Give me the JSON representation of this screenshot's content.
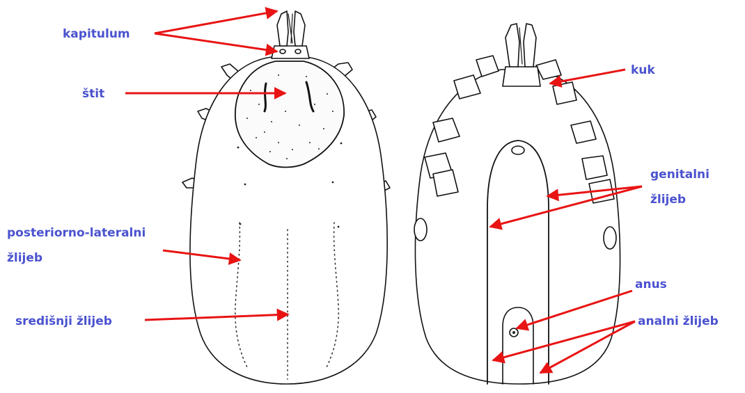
{
  "labels": {
    "kapitulum": "kapitulum",
    "stit": "štit",
    "posteriorno_lateralni_line1": "posteriorno-lateralni",
    "posteriorno_lateralni_line2": "žlijeb",
    "sredisnji": "središnji žlijeb",
    "kuk": "kuk",
    "genitalni_line1": "genitalni",
    "genitalni_line2": "žlijeb",
    "anus": "anus",
    "analni": "analni žlijeb"
  },
  "colors": {
    "label": "#4a52cf",
    "arrow": "#e81414",
    "ink": "#111111",
    "background": "#ffffff"
  }
}
